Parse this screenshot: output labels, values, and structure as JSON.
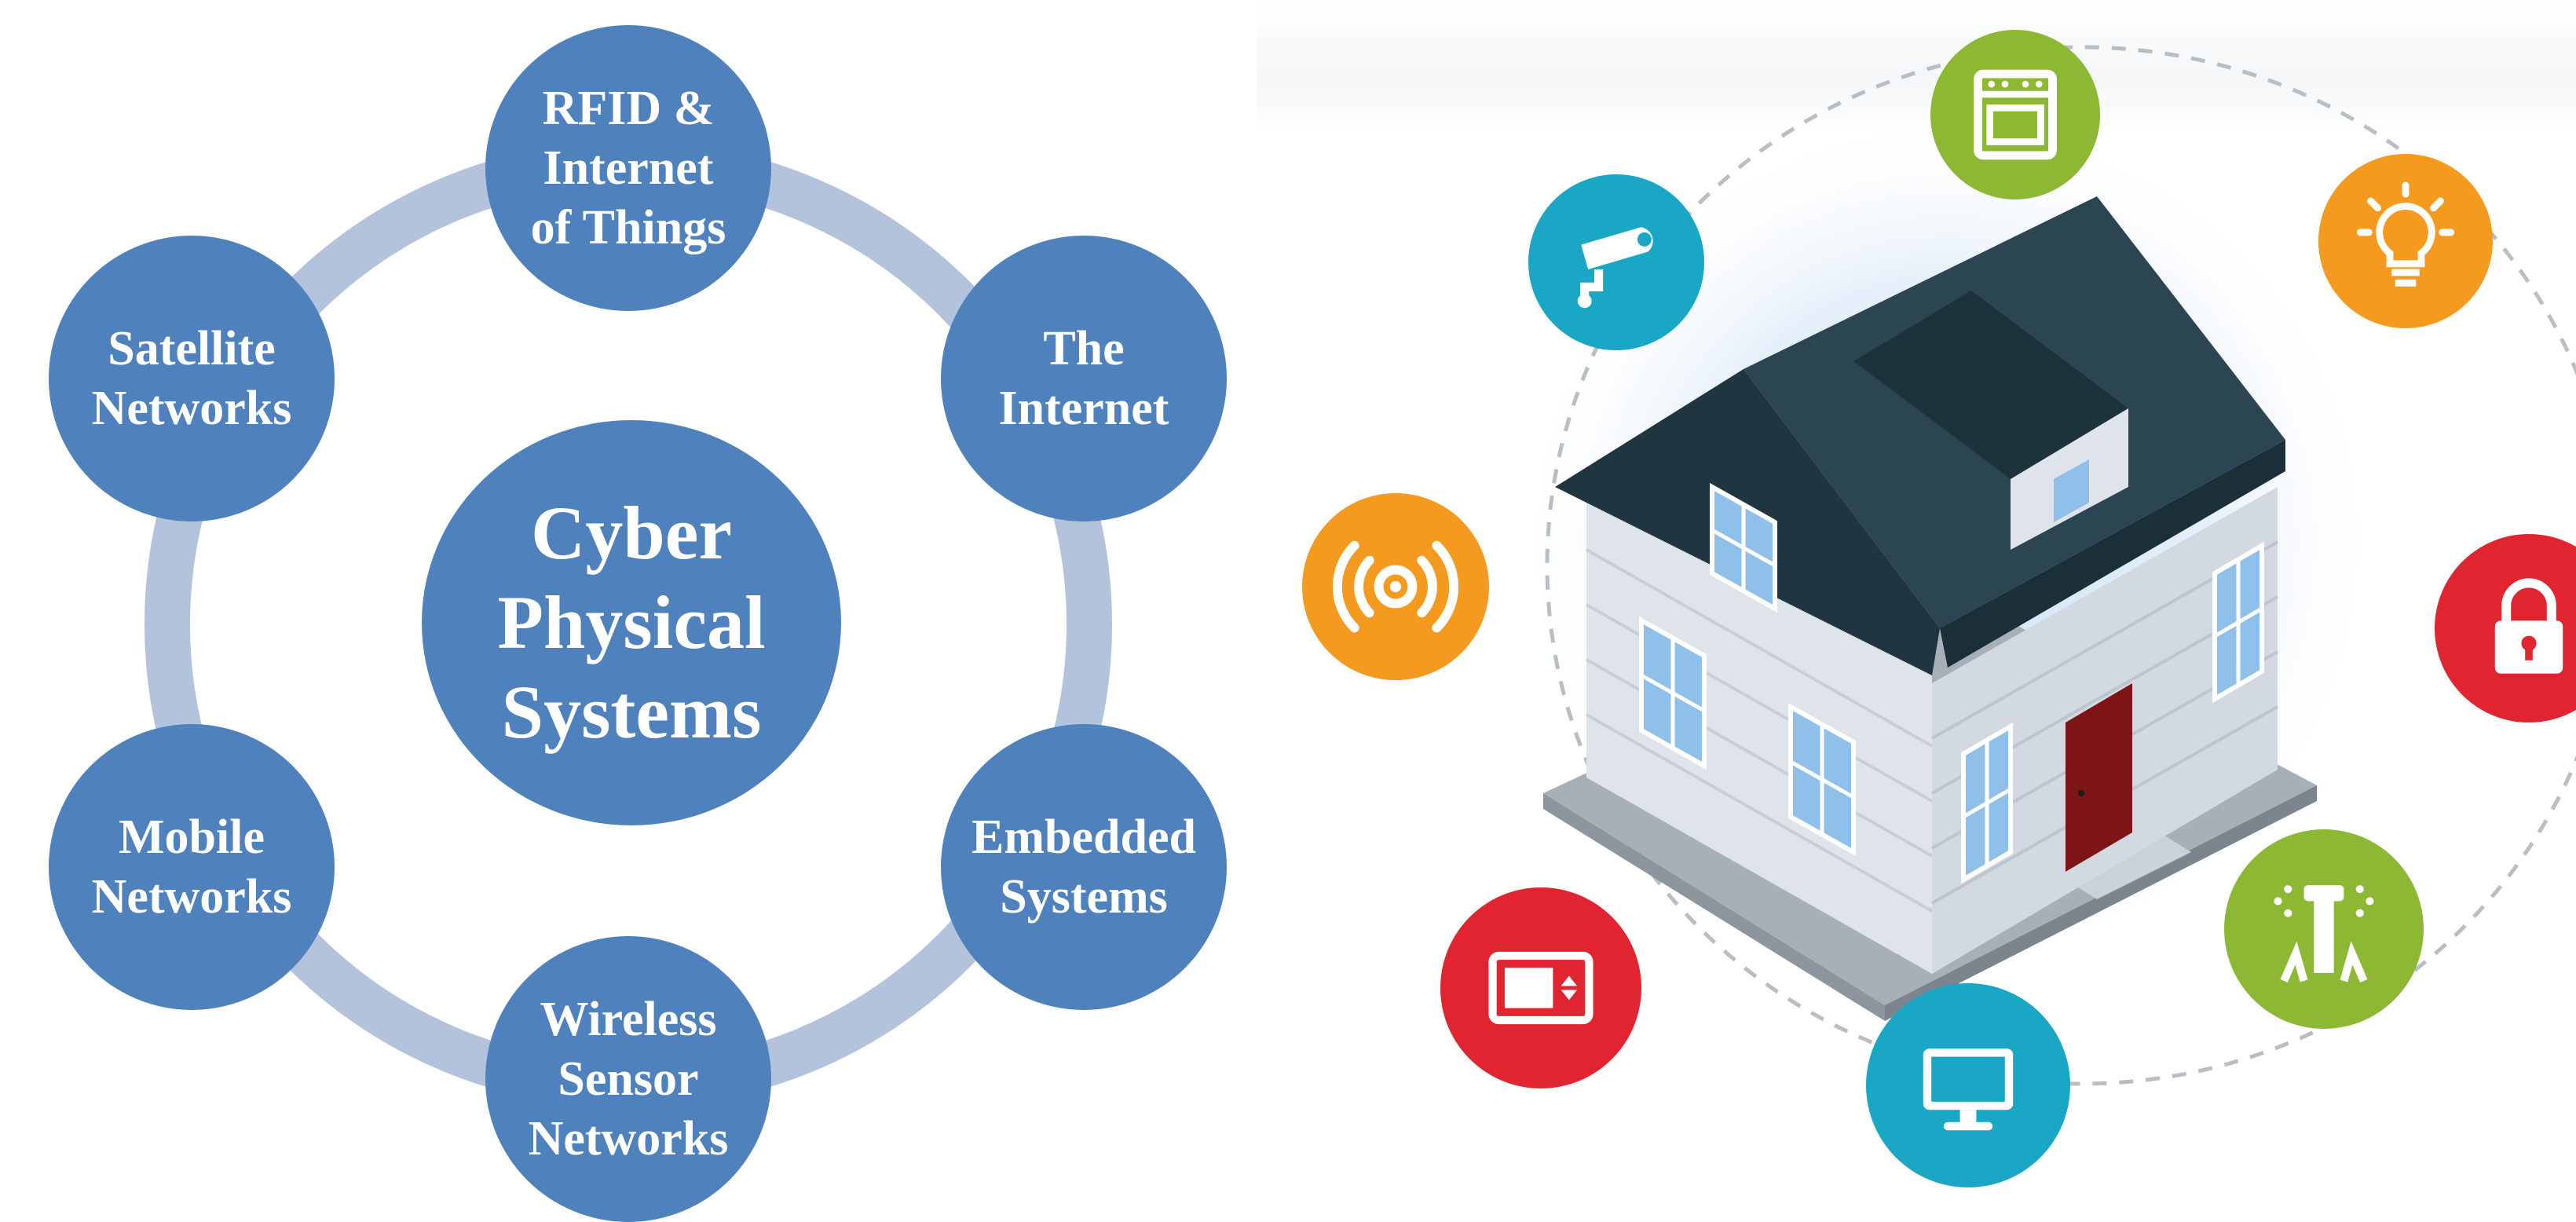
{
  "cps_diagram": {
    "center": "Cyber\nPhysical\nSystems",
    "nodes": {
      "rfid_iot": "RFID &\nInternet\nof Things",
      "internet": "The\nInternet",
      "embedded": "Embedded\nSystems",
      "wireless_sensor": "Wireless\nSensor\nNetworks",
      "mobile": "Mobile\nNetworks",
      "satellite": "Satellite\nNetworks"
    },
    "colors": {
      "node": "#4f81bd",
      "ring": "#b3c3dc"
    }
  },
  "smart_home": {
    "devices": [
      {
        "name": "oven-icon",
        "color": "#8cb834"
      },
      {
        "name": "light-bulb-icon",
        "color": "#f39a1f"
      },
      {
        "name": "padlock-icon",
        "color": "#e02531"
      },
      {
        "name": "sprinkler-icon",
        "color": "#8cb834"
      },
      {
        "name": "monitor-icon",
        "color": "#1aa6c5"
      },
      {
        "name": "thermostat-icon",
        "color": "#e02531"
      },
      {
        "name": "speaker-icon",
        "color": "#f39a1f"
      },
      {
        "name": "security-camera-icon",
        "color": "#1aa6c5"
      }
    ],
    "colors": {
      "roof": "#27434f",
      "wall": "#dfe4ea",
      "door": "#7d1415",
      "window": "#8fc0ea"
    }
  }
}
